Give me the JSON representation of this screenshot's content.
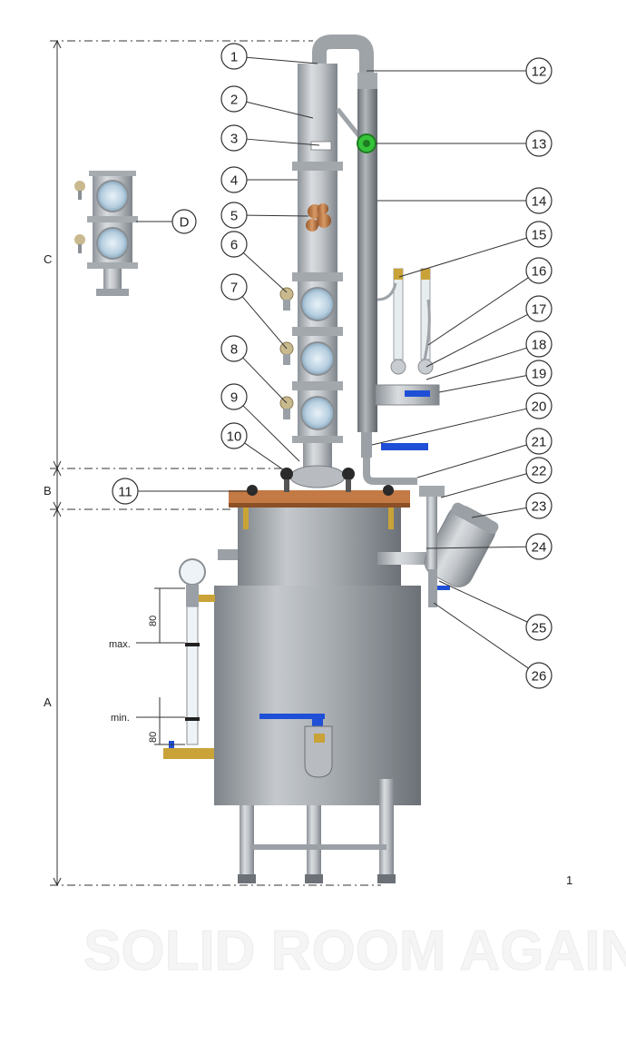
{
  "dimension_labels": {
    "A": "A",
    "B": "B",
    "C": "C"
  },
  "level_marks": {
    "max": "max.",
    "min": "min.",
    "gap_upper": "80",
    "gap_lower": "80"
  },
  "figure_number": "1",
  "watermark_text": "SOLID ROOM AGAIN",
  "detail_label": "D",
  "callouts": [
    "1",
    "2",
    "3",
    "4",
    "5",
    "6",
    "7",
    "8",
    "9",
    "10",
    "11",
    "12",
    "13",
    "14",
    "15",
    "16",
    "17",
    "18",
    "19",
    "20",
    "21",
    "22",
    "23",
    "24",
    "25",
    "26"
  ],
  "colors": {
    "steel": "#b8bcc0",
    "copper": "#c47a45",
    "valve_blue": "#1f4fd6",
    "gauge_green": "#35c43a",
    "brass": "#c9a338"
  }
}
